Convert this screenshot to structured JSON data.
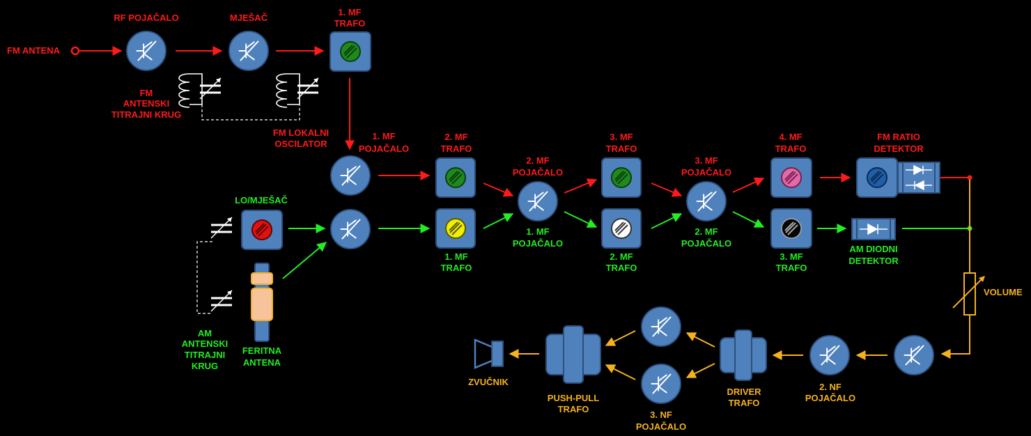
{
  "labels": {
    "fm_antena": "FM ANTENA",
    "rf_pojacalo": "RF POJAČALO",
    "mjesac": "MJEŠAČ",
    "mf1_trafo_fm": [
      "1. MF",
      "TRAFO"
    ],
    "fm_antenski": [
      "FM",
      "ANTENSKI",
      "TITRAJNI KRUG"
    ],
    "fm_lokalni": [
      "FM LOKALNI",
      "OSCILATOR"
    ],
    "mf1_poj_fm": [
      "1. MF",
      "POJAČALO"
    ],
    "mf2_trafo_fm": [
      "2. MF",
      "TRAFO"
    ],
    "mf2_poj_fm": [
      "2. MF",
      "POJAČALO"
    ],
    "mf3_trafo_fm": [
      "3. MF",
      "TRAFO"
    ],
    "mf3_poj_fm": [
      "3. MF",
      "POJAČALO"
    ],
    "mf4_trafo_fm": [
      "4. MF",
      "TRAFO"
    ],
    "fm_ratio": [
      "FM RATIO",
      "DETEKTOR"
    ],
    "lo_mjesac": "LO/MJEŠAČ",
    "mf1_trafo_am": [
      "1. MF",
      "TRAFO"
    ],
    "mf1_poj_am": [
      "1. MF",
      "POJAČALO"
    ],
    "mf2_trafo_am": [
      "2. MF",
      "TRAFO"
    ],
    "mf2_poj_am": [
      "2. MF",
      "POJAČALO"
    ],
    "mf3_trafo_am": [
      "3. MF",
      "TRAFO"
    ],
    "am_diodni": [
      "AM DIODNI",
      "DETEKTOR"
    ],
    "am_antenski": [
      "AM",
      "ANTENSKI",
      "TITRAJNI",
      "KRUG"
    ],
    "feritna": [
      "FERITNA",
      "ANTENA"
    ],
    "volume": "VOLUME",
    "nf2_poj": [
      "2. NF",
      "POJAČALO"
    ],
    "driver": [
      "DRIVER",
      "TRAFO"
    ],
    "nf3_poj": [
      "3. NF",
      "POJAČALO"
    ],
    "push_pull": [
      "PUSH-PULL",
      "TRAFO"
    ],
    "zvucnik": "ZVUČNIK"
  },
  "colors": {
    "fm_path": "#ff1a1a",
    "am_path": "#22ee22",
    "audio_path": "#f5b21e",
    "block_fill": "#4f81bd",
    "block_border": "#2c4f7c"
  }
}
